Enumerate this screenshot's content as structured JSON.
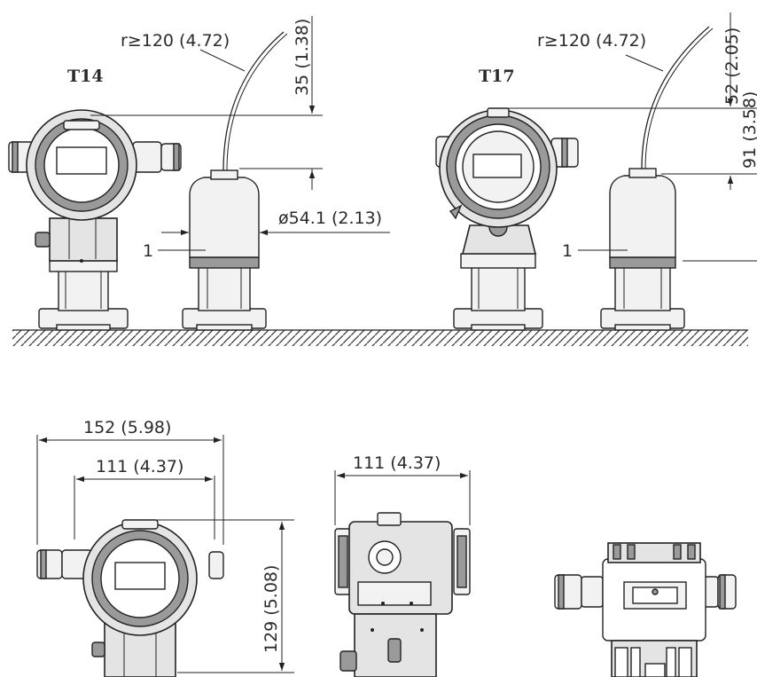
{
  "views": {
    "t14": "T14",
    "t17": "T17"
  },
  "callouts": {
    "left": "1",
    "right": "1"
  },
  "dimensions": {
    "bend_radius_left": "r≥120 (4.72)",
    "bend_radius_right": "r≥120 (4.72)",
    "cable_height_t14": "35 (1.38)",
    "cable_height_t17": "52 (2.05)",
    "head_height_t17": "91 (3.58)",
    "sensor_diameter": "ø54.1 (2.13)",
    "housing_overall_width": "152 (5.98)",
    "housing_body_width": "111 (4.37)",
    "housing_side_width": "111 (4.37)",
    "housing_height": "129 (5.08)"
  },
  "colors": {
    "line": "#222222",
    "fill_light": "#e4e4e4",
    "fill_dark": "#9a9a9a"
  }
}
